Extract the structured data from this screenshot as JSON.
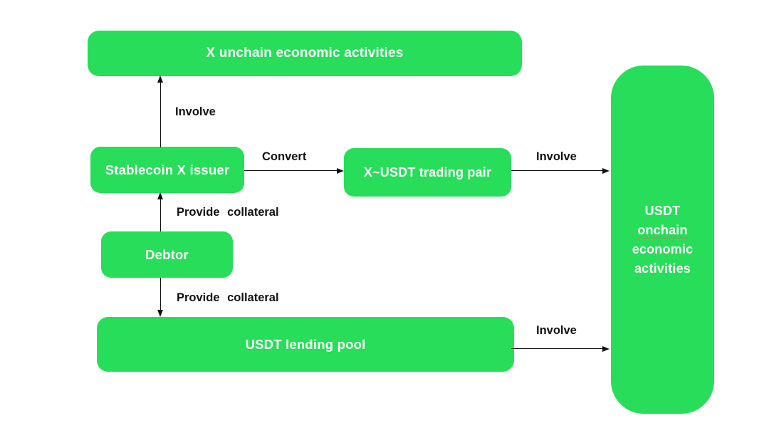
{
  "page": {
    "background": "#ffffff"
  },
  "diagram": {
    "colors": {
      "node_fill": "#28DD59",
      "node_text": "#ffffff",
      "label_text": "#111111",
      "arrow": "#111111",
      "spellcheck_underline": "#d97070"
    },
    "nodes": {
      "x_unchain": {
        "label": "X unchain economic activities"
      },
      "stablecoin_issuer": {
        "label": "Stablecoin X issuer"
      },
      "trading_pair": {
        "label": "X~USDT trading pair"
      },
      "debtor": {
        "label": "Debtor"
      },
      "lending_pool": {
        "label": "USDT lending pool"
      },
      "usdt_onchain": {
        "lines": [
          "USDT",
          "onchain",
          "economic",
          "activities"
        ]
      }
    },
    "edges": {
      "involve_top": {
        "label": "Involve",
        "from": "stablecoin_issuer",
        "to": "x_unchain",
        "direction": "up"
      },
      "provide_collateral_up": {
        "label": "Provide collateral",
        "from": "debtor",
        "to": "stablecoin_issuer",
        "direction": "up"
      },
      "provide_collateral_down": {
        "label": "Provide collateral",
        "from": "debtor",
        "to": "lending_pool",
        "direction": "down"
      },
      "convert": {
        "label": "Convert",
        "from": "stablecoin_issuer",
        "to": "trading_pair",
        "direction": "right"
      },
      "involve_mid": {
        "label": "Involve",
        "from": "trading_pair",
        "to": "usdt_onchain",
        "direction": "right"
      },
      "involve_bottom": {
        "label": "Involve",
        "from": "lending_pool",
        "to": "usdt_onchain",
        "direction": "right"
      }
    }
  }
}
